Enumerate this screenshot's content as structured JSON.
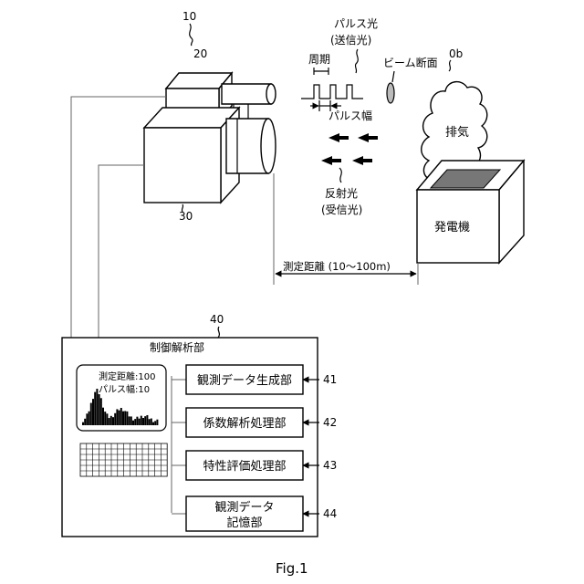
{
  "labels": {
    "system_ref": "10",
    "light_source_ref": "20",
    "receiver_ref": "30",
    "pulse_light": "パルス光",
    "pulse_light_sub": "(送信光)",
    "period": "周期",
    "beam_section": "ビーム断面",
    "exhaust_ref": "0b",
    "pulse_width": "パルス幅",
    "exhaust": "排気",
    "reflected_light": "反射光",
    "reflected_light_sub": "(受信光)",
    "generator": "発電機",
    "measure_distance": "測定距離 (10～100m)",
    "analyzer_ref": "40",
    "analyzer_title": "制御解析部",
    "screen_distance": "測定距離:100",
    "screen_pulse": "パルス幅:10",
    "figure_caption": "Fig.1"
  },
  "units": [
    {
      "label": "観測データ生成部",
      "ref": "41"
    },
    {
      "label": "係数解析処理部",
      "ref": "42"
    },
    {
      "label": "特性評価処理部",
      "ref": "43"
    },
    {
      "label_line1": "観測データ",
      "label_line2": "記憶部",
      "ref": "44"
    }
  ],
  "colors": {
    "line": "#000000",
    "generator_top": "#777777",
    "waveform": "#000000"
  }
}
